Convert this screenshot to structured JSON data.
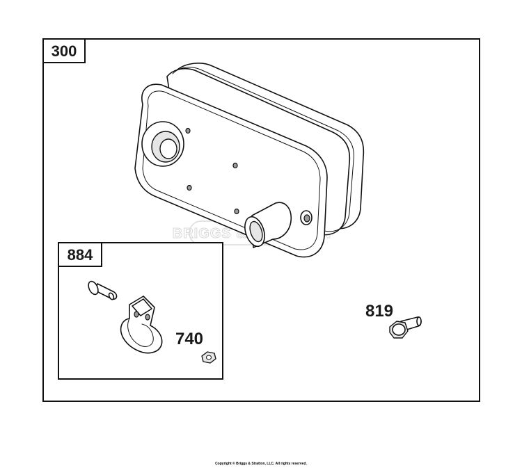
{
  "diagram": {
    "main_box_label": "300",
    "kit_box_label": "884",
    "callouts": {
      "clamp": "740",
      "bolt": "819"
    },
    "watermark": "BRIGGS & STRATTON"
  },
  "footer": {
    "copyright": "Copyright © Briggs & Stratton, LLC. All rights reserved."
  }
}
